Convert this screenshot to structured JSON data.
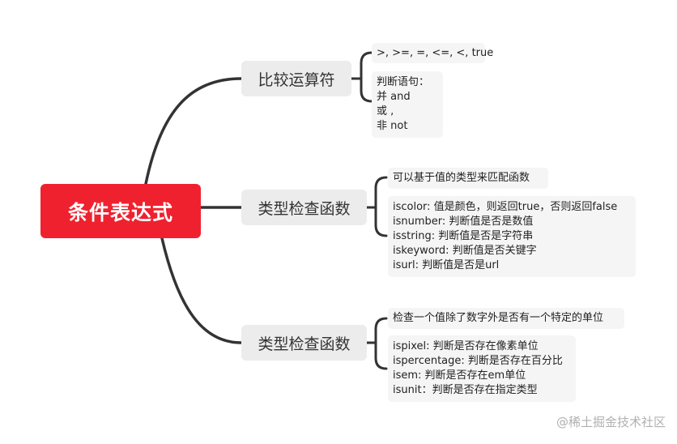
{
  "root": {
    "label": "条件表达式"
  },
  "branches": [
    {
      "label": "比较运算符",
      "leaves": [
        {
          "lines": [
            ">, >=, =, <=, <, true"
          ]
        },
        {
          "lines": [
            "判断语句：",
            "并 and",
            "或 ,",
            "非 not"
          ]
        }
      ]
    },
    {
      "label": "类型检查函数",
      "leaves": [
        {
          "lines": [
            "可以基于值的类型来匹配函数"
          ]
        },
        {
          "lines": [
            "iscolor: 值是颜色，则返回true，否则返回false",
            "isnumber: 判断值是否是数值",
            "isstring: 判断值是否是字符串",
            "iskeyword: 判断值是否关键字",
            "isurl: 判断值是否是url"
          ]
        }
      ]
    },
    {
      "label": "类型检查函数",
      "leaves": [
        {
          "lines": [
            "检查一个值除了数字外是否有一个特定的单位"
          ]
        },
        {
          "lines": [
            "ispixel: 判断是否存在像素单位",
            "ispercentage: 判断是否存在百分比",
            "isem: 判断是否存在em单位",
            "isunit：判断是否存在指定类型"
          ]
        }
      ]
    }
  ],
  "watermark": "@稀土掘金技术社区",
  "colors": {
    "root_fill": "#f0212f",
    "branch_fill": "#ececec",
    "leaf_fill": "#f5f5f5",
    "connector": "#333333"
  }
}
